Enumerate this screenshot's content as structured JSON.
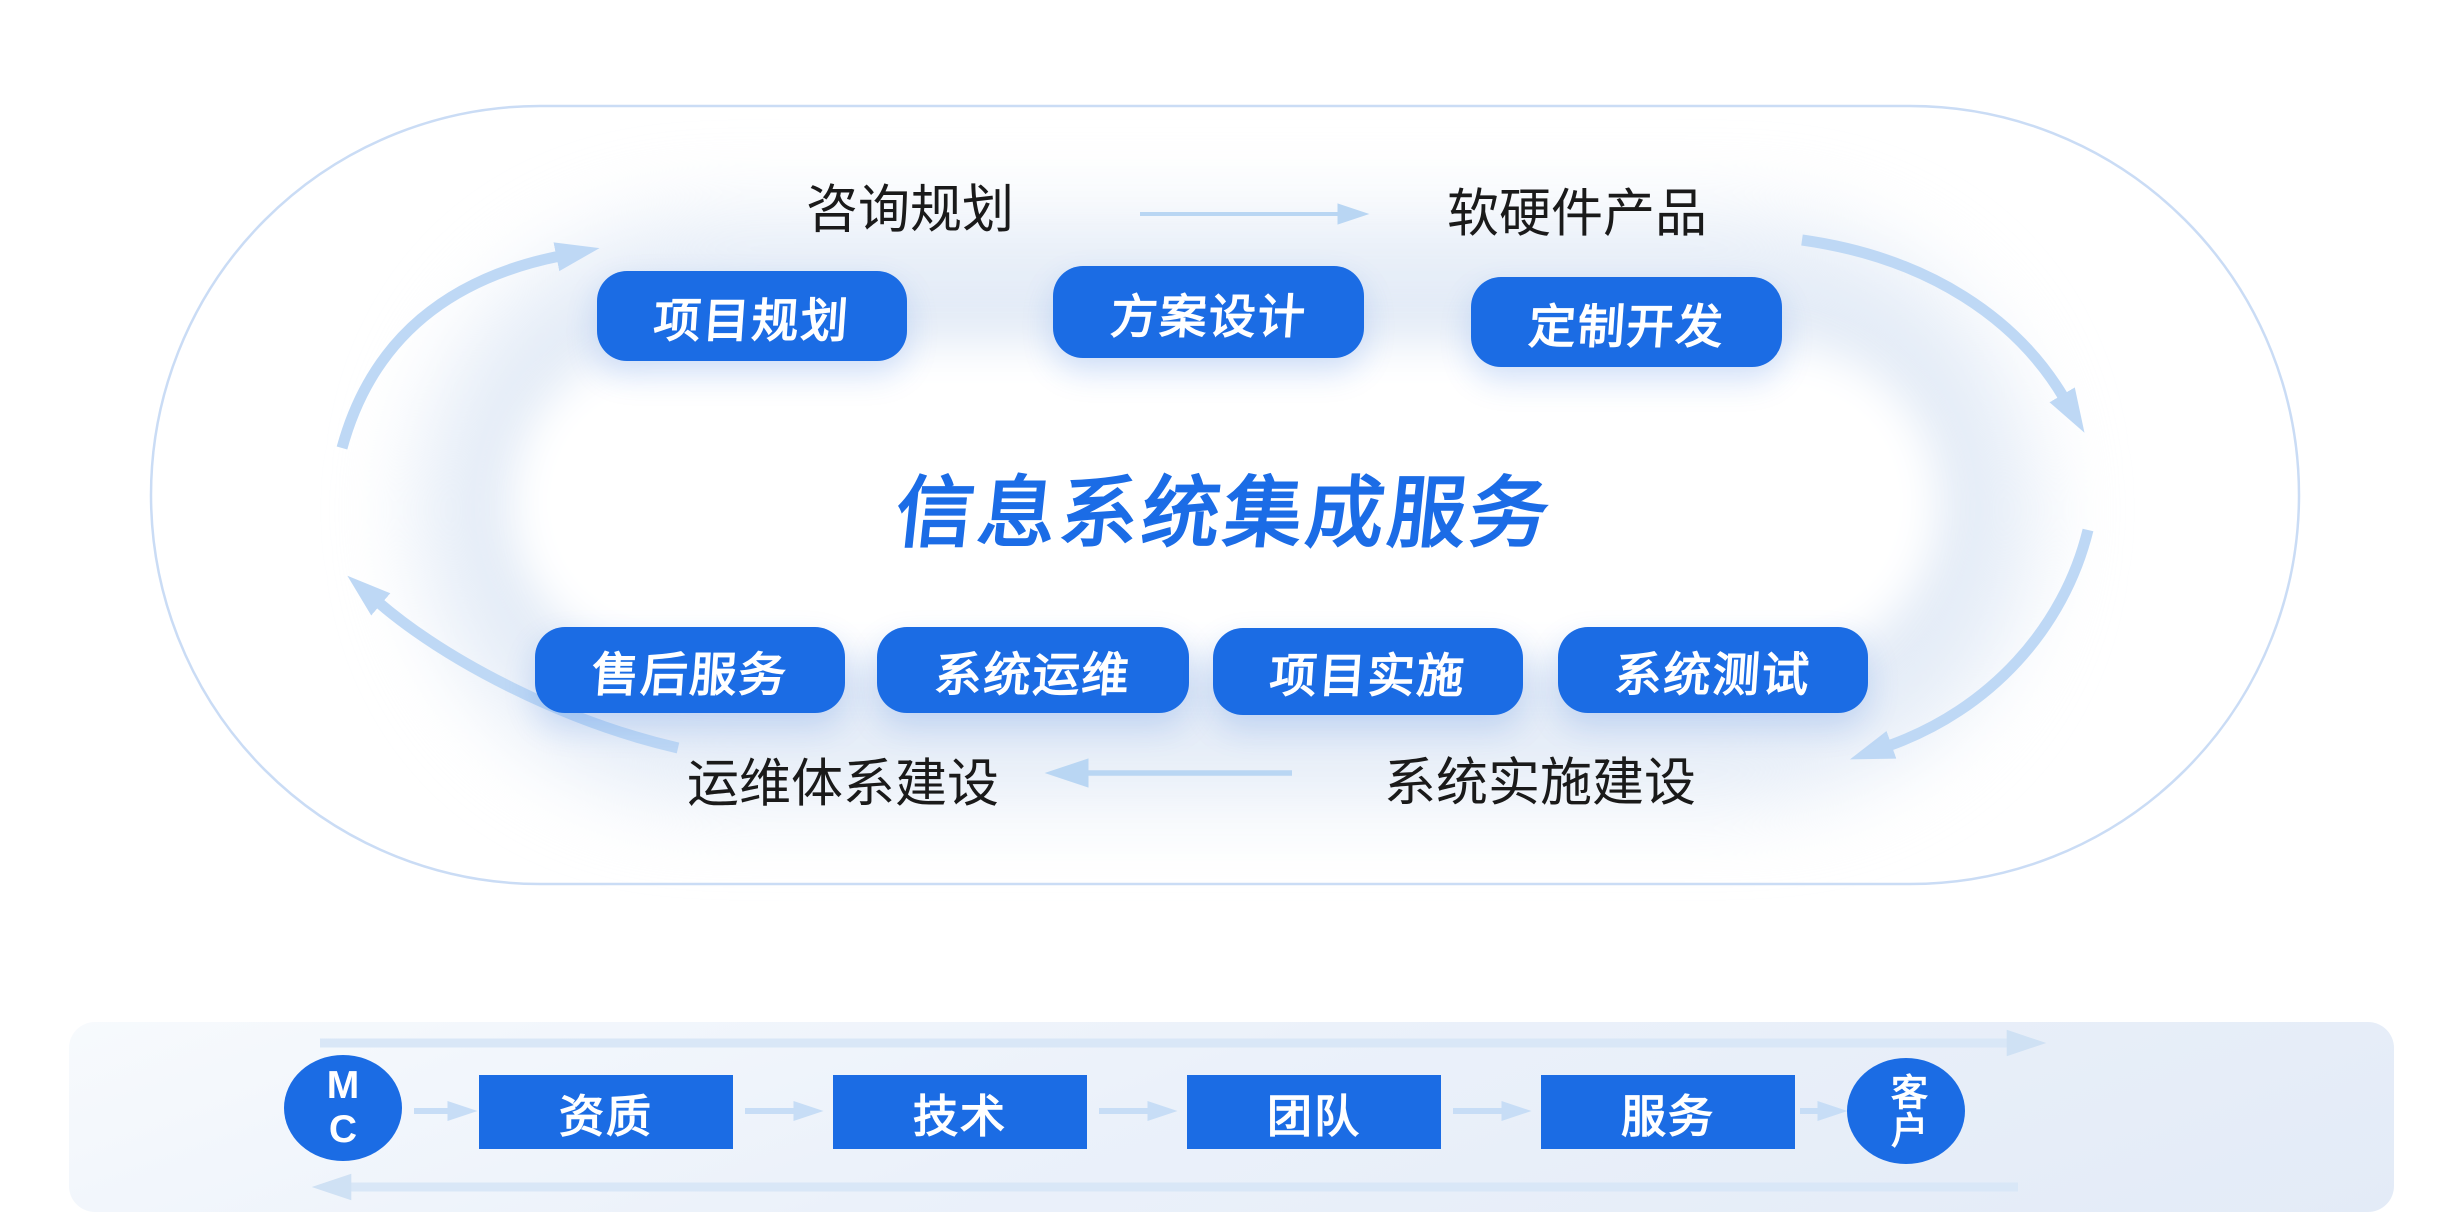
{
  "cycle": {
    "title": "信息系统集成服务",
    "stage_labels": {
      "top_left": "咨询规划",
      "top_right": "软硬件产品",
      "bottom_left": "运维体系建设",
      "bottom_right": "系统实施建设"
    },
    "top_buttons": [
      "项目规划",
      "方案设计",
      "定制开发"
    ],
    "bottom_buttons": [
      "售后服务",
      "系统运维",
      "项目实施",
      "系统测试"
    ]
  },
  "pipeline": {
    "start": "MC",
    "steps": [
      "资质",
      "技术",
      "团队",
      "服务"
    ],
    "end": "客户"
  },
  "colors": {
    "accent_blue": "#1b6ce4",
    "title_blue": "#1b6ce6",
    "thick_arc": "#bed8f5",
    "thin_ring": "#cadcf5",
    "label_arrow": "#b9d6f3",
    "panel_arrow": "#d9e7f7",
    "panel_bg": "#e9f0f9",
    "text_dark": "#1a1a1a"
  }
}
